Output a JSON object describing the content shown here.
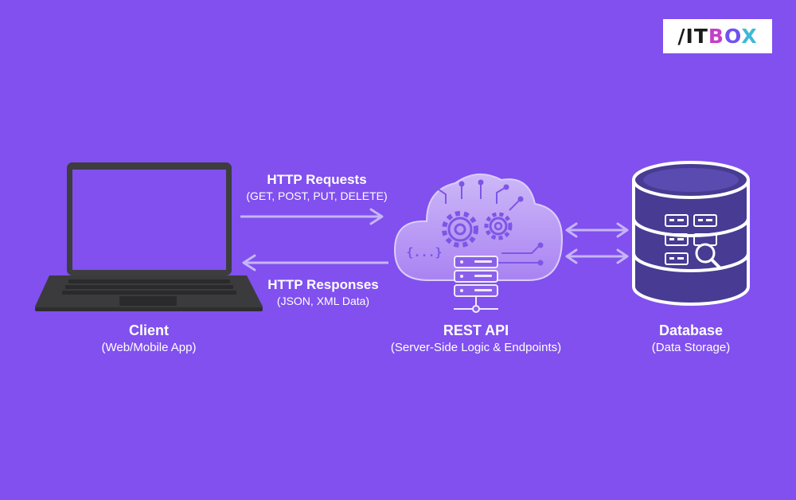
{
  "logo": {
    "prefix": "/",
    "it": "IT",
    "b": "B",
    "o": "O",
    "x": "X"
  },
  "edges": {
    "requests": {
      "title": "HTTP Requests",
      "detail": "(GET, POST, PUT, DELETE)"
    },
    "responses": {
      "title": "HTTP Responses",
      "detail": "(JSON, XML Data)"
    }
  },
  "nodes": {
    "client": {
      "title": "Client",
      "subtitle": "(Web/Mobile App)"
    },
    "api": {
      "title": "REST API",
      "subtitle": "(Server-Side Logic & Endpoints)",
      "code_glyph": "{...}"
    },
    "database": {
      "title": "Database",
      "subtitle": "(Data Storage)"
    }
  },
  "colors": {
    "background": "#8150ef",
    "arrow": "#c6b5f6",
    "laptop": "#3d3d3f",
    "screen": "#8150ef",
    "cloud": "#c7b0f7",
    "database": "#473b93"
  }
}
